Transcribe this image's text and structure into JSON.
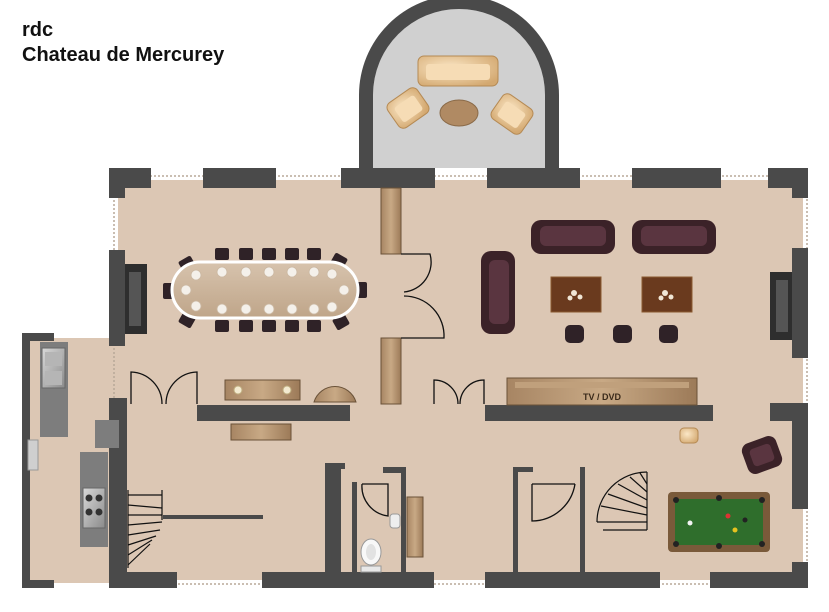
{
  "plan": {
    "level": "rdc",
    "name": "Chateau de Mercurey"
  },
  "labels": {
    "tv": "TV / DVD"
  },
  "colors": {
    "floor": "#dcc7b4",
    "wall": "#4a4a4a",
    "veranda_floor": "#d0d0d0",
    "wood": "#8a6a48",
    "sofa": "#3b2228",
    "pool_felt": "#2f6e2c"
  }
}
